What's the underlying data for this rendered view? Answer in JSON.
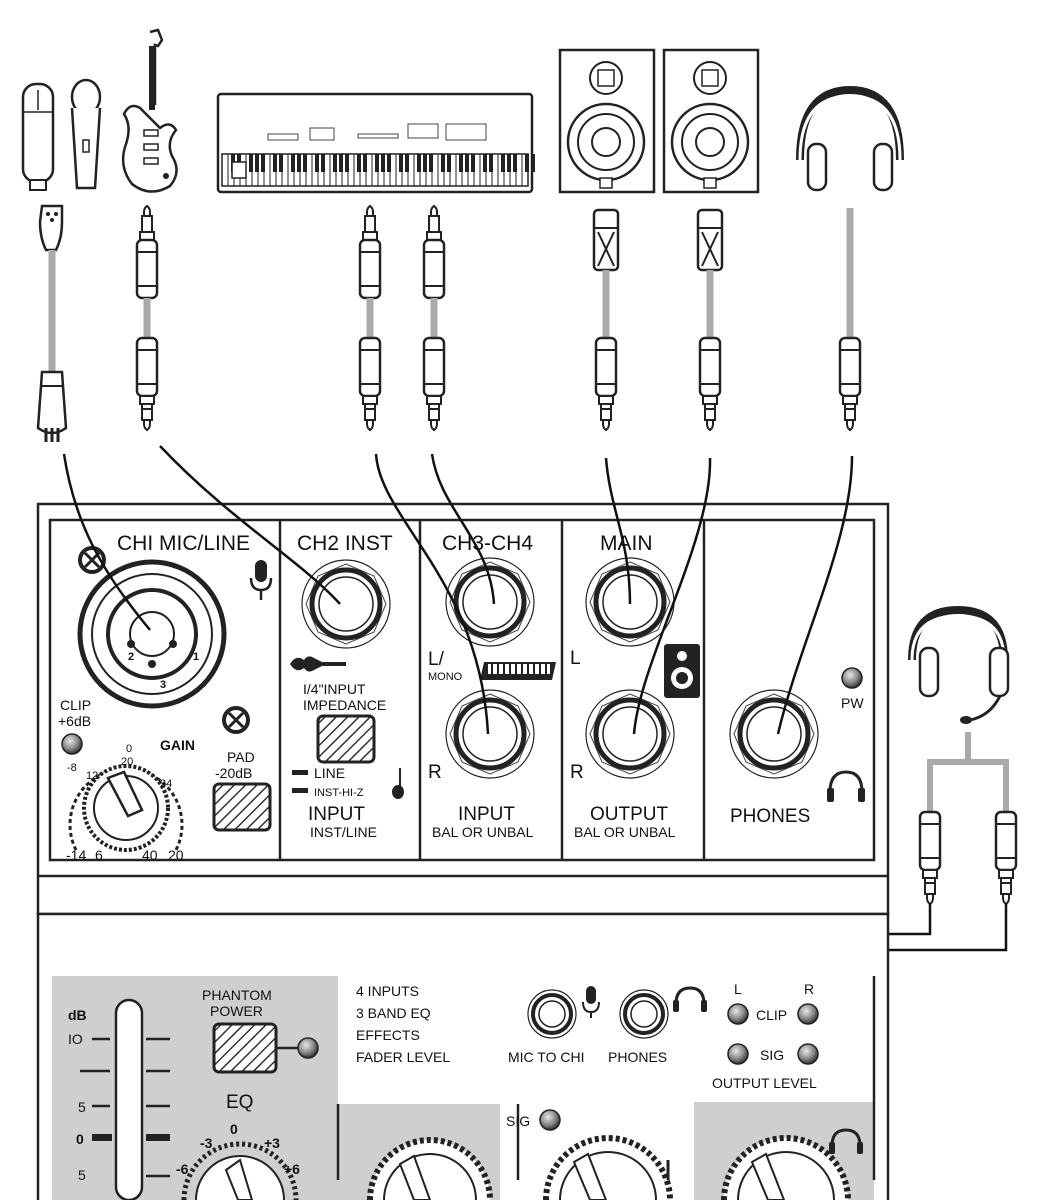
{
  "panel": {
    "sections": {
      "ch1": {
        "title": "CHI MIC/LINE",
        "xlr_pins": [
          "1",
          "2",
          "3"
        ],
        "clip_label": "CLIP",
        "clip_value": "+6dB",
        "gain_label": "GAIN",
        "gain_scale": [
          "0",
          "20",
          "-8",
          "12",
          "24",
          "-14",
          "6",
          "40",
          "20"
        ],
        "pad_label": "PAD",
        "pad_value": "-20dB"
      },
      "ch2": {
        "title": "CH2 INST",
        "impedance_line1": "I/4\"INPUT",
        "impedance_line2": "IMPEDANCE",
        "opt_line": "LINE",
        "opt_inst": "INST-HI-Z",
        "footer_title": "INPUT",
        "footer_sub": "INST/LINE"
      },
      "ch34": {
        "title": "CH3-CH4",
        "left_label": "L/",
        "mono_label": "MONO",
        "right_label": "R",
        "footer_title": "INPUT",
        "footer_sub": "BAL OR UNBAL"
      },
      "main": {
        "title": "MAIN",
        "left_label": "L",
        "right_label": "R",
        "footer_title": "OUTPUT",
        "footer_sub": "BAL OR UNBAL"
      },
      "phones": {
        "pw_label": "PW",
        "footer_title": "PHONES"
      }
    }
  },
  "top_panel": {
    "fader_unit": "dB",
    "fader_scale": [
      "IO",
      "5",
      "0",
      "5"
    ],
    "phantom_line1": "PHANTOM",
    "phantom_line2": "POWER",
    "eq_label": "EQ",
    "eq_scale": [
      "-3",
      "0",
      "+3",
      "-6",
      "+6"
    ],
    "features": [
      "4 INPUTS",
      "3 BAND EQ",
      "EFFECTS",
      "FADER LEVEL"
    ],
    "mic_to_ch1": "MIC TO CHI",
    "phones_label": "PHONES",
    "meter_l": "L",
    "meter_r": "R",
    "clip_label": "CLIP",
    "sig_label": "SIG",
    "output_level": "OUTPUT LEVEL",
    "sig_small": "SIG"
  }
}
